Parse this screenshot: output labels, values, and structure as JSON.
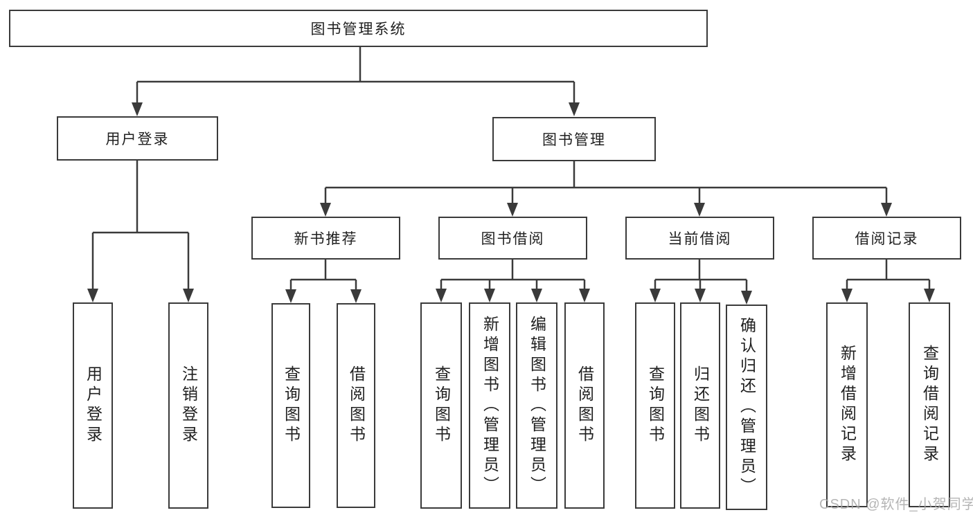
{
  "diagram": {
    "title": "图书管理系统",
    "branches": {
      "user_login": {
        "label": "用户登录",
        "children": [
          "用户登录",
          "注销登录"
        ]
      },
      "book_management": {
        "label": "图书管理",
        "sections": {
          "new_book_recommend": {
            "label": "新书推荐",
            "children": [
              "查询图书",
              "借阅图书"
            ]
          },
          "book_borrow": {
            "label": "图书借阅",
            "children": [
              "查询图书",
              "新增图书（管理员）",
              "编辑图书（管理员）",
              "借阅图书"
            ]
          },
          "current_borrow": {
            "label": "当前借阅",
            "children": [
              "查询图书",
              "归还图书",
              "确认归还（管理员）"
            ]
          },
          "borrow_record": {
            "label": "借阅记录",
            "children": [
              "新增借阅记录",
              "查询借阅记录"
            ]
          }
        }
      }
    }
  },
  "watermark": "CSDN @软件_小贺同学",
  "colors": {
    "line": "#3a3a3a",
    "text": "#1f1f1f",
    "watermark": "#a8a8a8",
    "background": "#ffffff"
  }
}
